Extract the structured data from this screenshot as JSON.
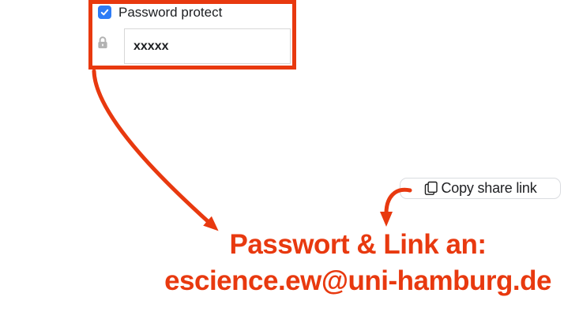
{
  "colors": {
    "annotation_red": "#e8390f",
    "checkbox_blue": "#2e7cf6",
    "lock_gray": "#b2b2b2",
    "button_border": "#dadce0",
    "text_dark": "#1c1e21"
  },
  "password_panel": {
    "checkbox_label": "Password protect",
    "checkbox_checked": true,
    "password_value": "xxxxx"
  },
  "share_button": {
    "label": "Copy share link"
  },
  "annotation": {
    "line1": "Passwort & Link an:",
    "line2": "escience.ew@uni-hamburg.de"
  }
}
